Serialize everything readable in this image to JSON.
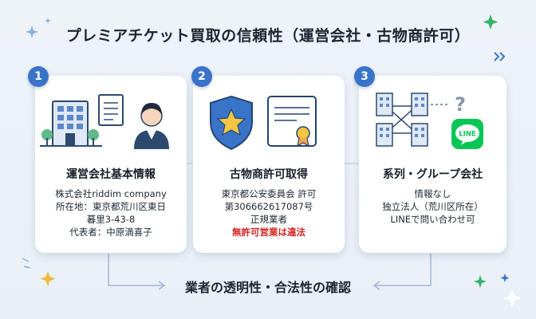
{
  "title": "プレミアチケット買取の信頼性（運営会社・古物商許可）",
  "cards": [
    {
      "number": "1",
      "title": "運営会社基本情報",
      "lines": [
        "株式会社riddim company",
        "所在地：東京都荒川区東日",
        "暮里3-43-8",
        "代表者：中原満喜子"
      ]
    },
    {
      "number": "2",
      "title": "古物商許可取得",
      "lines": [
        "東京都公安委員会 許可",
        "第306662617087号",
        "正規業者"
      ],
      "warning": "無許可営業は違法"
    },
    {
      "number": "3",
      "title": "系列・グループ会社",
      "lines": [
        "情報なし",
        "独立法人（荒川区所在）",
        "LINEで問い合わせ可"
      ],
      "line_badge": "LINE"
    }
  ],
  "bottom_caption": "業者の透明性・合法性の確認",
  "colors": {
    "accent_blue": "#3a74c9",
    "warning_red": "#d3261f",
    "line_green": "#06c755",
    "sparkle_green": "#34b36b"
  }
}
